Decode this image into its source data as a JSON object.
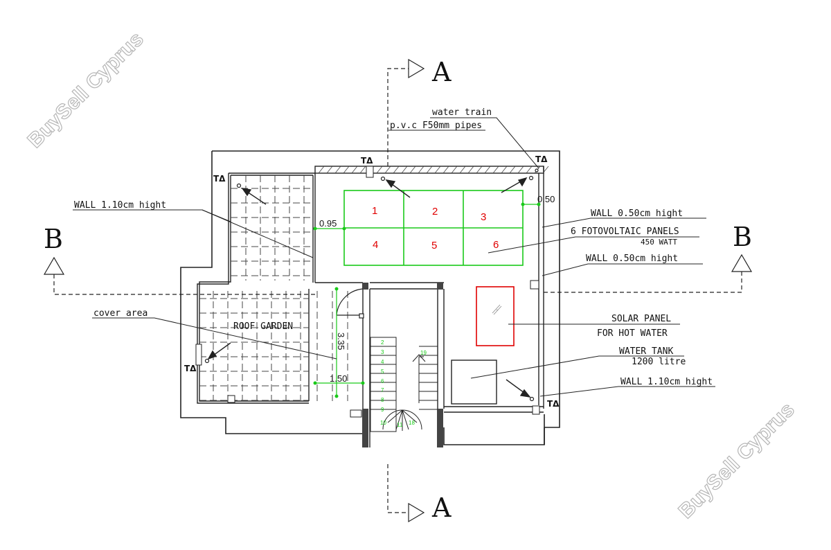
{
  "section_markers": {
    "a_top": "A",
    "a_bottom": "A",
    "b_left": "B",
    "b_right": "B"
  },
  "labels": {
    "water_train": "water train",
    "pvc_pipes": "p.v.c F50mm pipes",
    "wall_110_left": "WALL 1.10cm hight",
    "wall_050_top": "WALL 0.50cm hight",
    "fotovoltaic": "6 FOTOVOLTAIC PANELS",
    "watt": "450 WATT",
    "wall_050_right": "WALL 0.50cm hight",
    "cover_area": "cover area",
    "roof_garden": "ROOF GARDEN",
    "solar_panel_1": "SOLAR PANEL",
    "solar_panel_2": "FOR HOT WATER",
    "water_tank_1": "WATER TANK",
    "water_tank_2": "1200 litre",
    "wall_110_right": "WALL 1.10cm hight"
  },
  "drain_marks": [
    "ΤΔ",
    "ΤΔ",
    "ΤΔ",
    "ΤΔ",
    "ΤΔ"
  ],
  "dimensions": {
    "d095": "0.95",
    "d050": "0.50",
    "d335": "3.35",
    "d150": "1.50"
  },
  "panels": [
    "1",
    "2",
    "3",
    "4",
    "5",
    "6"
  ],
  "stair_steps": [
    "2",
    "3",
    "4",
    "5",
    "6",
    "7",
    "8",
    "9",
    "10",
    "11",
    "18",
    "19"
  ],
  "watermarks": [
    "BuySell Cyprus",
    "BuySell Cyprus"
  ],
  "colors": {
    "line": "#222222",
    "panel_grid": "#19c919",
    "panel_numbers": "#e00000",
    "solar_panel": "#e00000",
    "watermark": "#b5b5b5"
  }
}
